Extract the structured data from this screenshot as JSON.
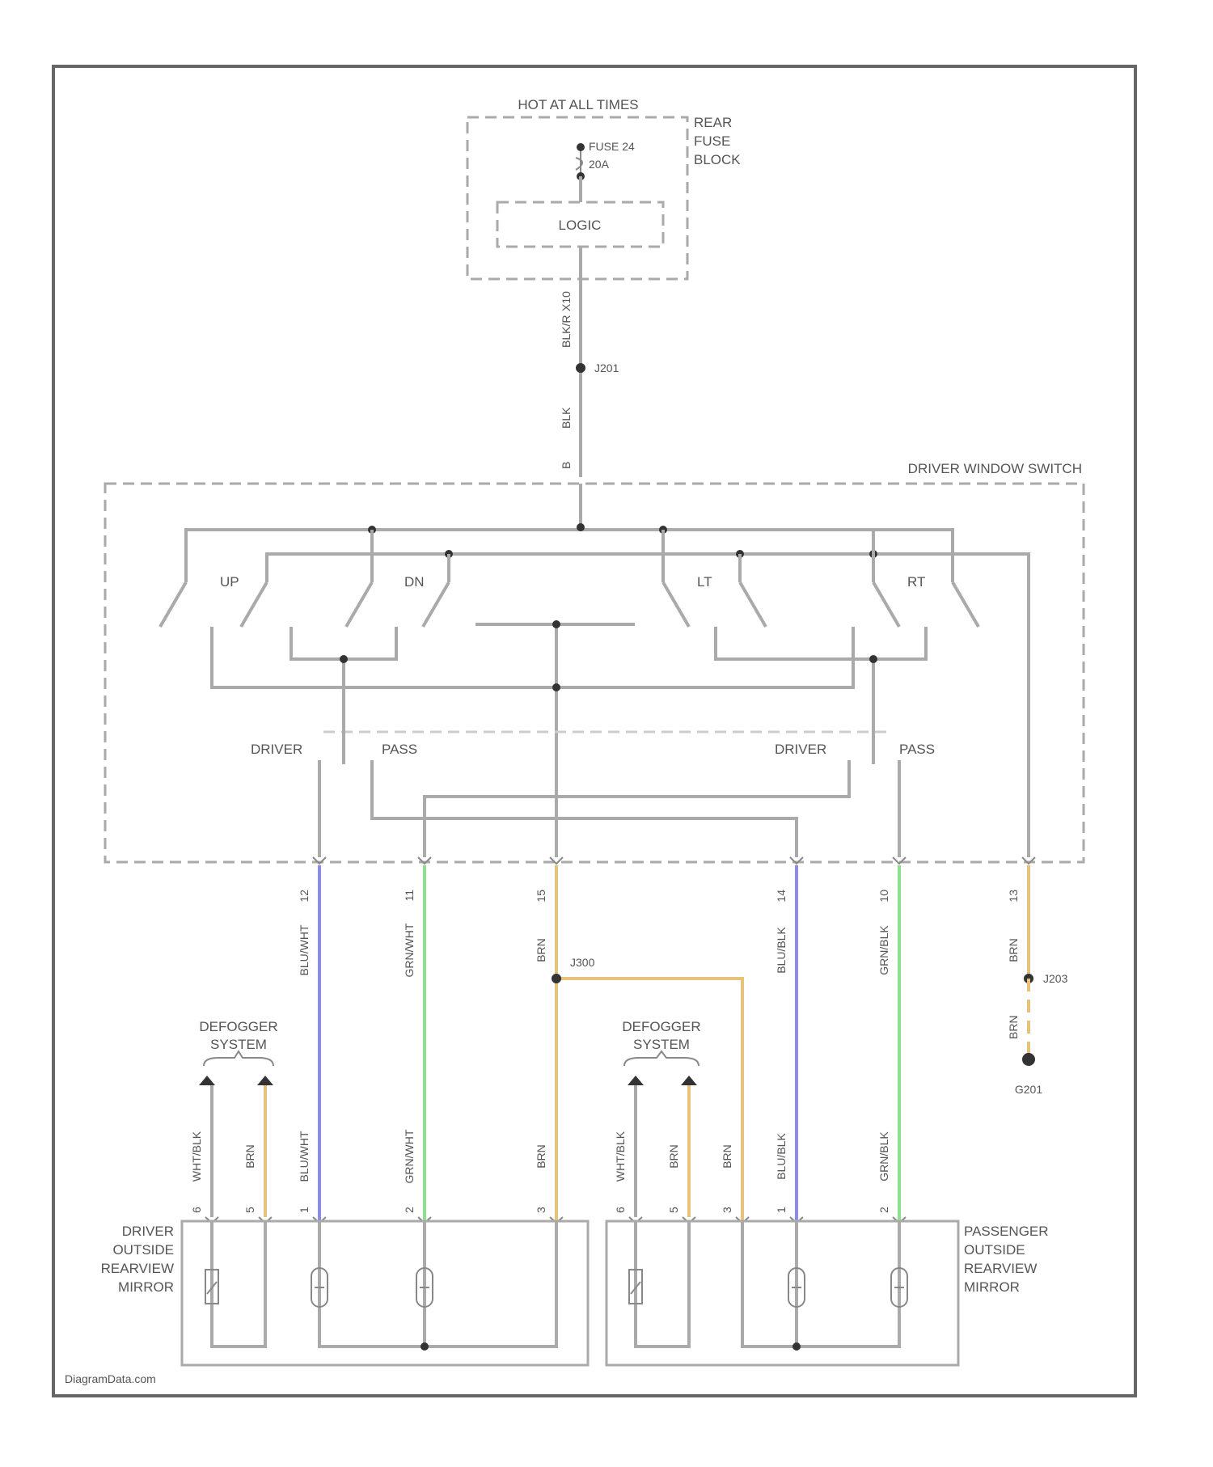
{
  "labels": {
    "hot_at_all_times": "HOT AT ALL TIMES",
    "rear_fuse_block": [
      "REAR",
      "FUSE",
      "BLOCK"
    ],
    "fuse": [
      "FUSE 24",
      "20A"
    ],
    "logic": "LOGIC",
    "conn_top": "X10",
    "wire_top": "BLK/R",
    "j_top": "J201",
    "wire_top2": "BLK",
    "pin_top": "B",
    "driver_window_switch": "DRIVER WINDOW SWITCH",
    "sw_up": "UP",
    "sw_dn": "DN",
    "sw_lt": "LT",
    "sw_rt": "RT",
    "driver_left": "DRIVER",
    "pass_left": "PASS",
    "driver_right": "DRIVER",
    "pass_right": "PASS",
    "j_mid": "J300",
    "j_right": "J203",
    "ground": "G201",
    "defogger_left": [
      "DEFOGGER",
      "SYSTEM"
    ],
    "defogger_right": [
      "DEFOGGER",
      "SYSTEM"
    ],
    "driver_mirror": [
      "DRIVER",
      "OUTSIDE",
      "REARVIEW",
      "MIRROR"
    ],
    "passenger_mirror": [
      "PASSENGER",
      "OUTSIDE",
      "REARVIEW",
      "MIRROR"
    ],
    "watermark": "DiagramData.com"
  },
  "switch_outputs": [
    {
      "pin": "12",
      "wire": "BLU/WHT",
      "color": "#8a8af0"
    },
    {
      "pin": "11",
      "wire": "GRN/WHT",
      "color": "#8ee08e"
    },
    {
      "pin": "15",
      "wire": "BRN",
      "color": "#e6c27a"
    },
    {
      "pin": "14",
      "wire": "BLU/BLK",
      "color": "#8a8af0"
    },
    {
      "pin": "10",
      "wire": "GRN/BLK",
      "color": "#8ee08e"
    },
    {
      "pin": "13",
      "wire": "BRN",
      "color": "#e6c27a"
    }
  ],
  "right_ground_wire": "BRN",
  "mirror_wires_left": [
    {
      "pin": "6",
      "wire": "WHT/BLK",
      "color": "#aaaaaa"
    },
    {
      "pin": "5",
      "wire": "BRN",
      "color": "#e6c27a"
    },
    {
      "pin": "1",
      "wire": "BLU/WHT",
      "color": "#8a8af0"
    },
    {
      "pin": "2",
      "wire": "GRN/WHT",
      "color": "#8ee08e"
    },
    {
      "pin": "3",
      "wire": "BRN",
      "color": "#e6c27a"
    }
  ],
  "mirror_wires_right": [
    {
      "pin": "6",
      "wire": "WHT/BLK",
      "color": "#aaaaaa"
    },
    {
      "pin": "5",
      "wire": "BRN",
      "color": "#e6c27a"
    },
    {
      "pin": "3",
      "wire": "BRN",
      "color": "#e6c27a"
    },
    {
      "pin": "1",
      "wire": "BLU/BLK",
      "color": "#8a8af0"
    },
    {
      "pin": "2",
      "wire": "GRN/BLK",
      "color": "#8ee08e"
    }
  ],
  "colors": {
    "line": "#aaaaaa",
    "blue": "#8a8af0",
    "green": "#8ee08e",
    "brown": "#e6c27a"
  }
}
